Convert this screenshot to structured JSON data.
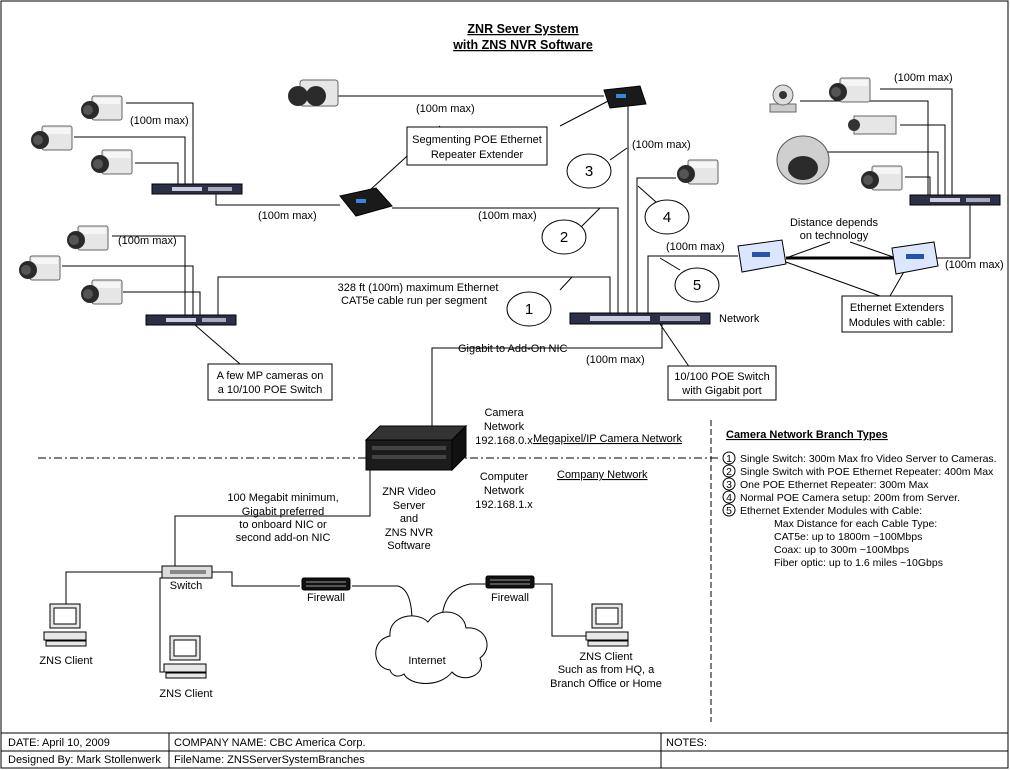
{
  "title": {
    "line1": "ZNR Sever System",
    "line2": "with ZNS NVR Software"
  },
  "distance_labels": {
    "top_left_cams": "(100m max)",
    "top_center": "(100m max)",
    "top_right_vertical": "(100m max)",
    "mid_left": "(100m max)",
    "mid_center": "(100m max)",
    "left_lower_cams": "(100m max)",
    "extender_left": "(100m max)",
    "right_top_cams": "(100m max)",
    "right_extender": "(100m max)",
    "nic_link": "(100m max)"
  },
  "callouts": {
    "repeater": [
      "Segmenting POE Ethernet",
      "Repeater Extender"
    ],
    "mp_switch": [
      "A few MP cameras on",
      "a 10/100 POE Switch"
    ],
    "poe_switch": [
      "10/100 POE Switch",
      "with Gigabit port"
    ],
    "extenders": [
      "Ethernet Extenders",
      "Modules with cable:"
    ],
    "distance_depends": [
      "Distance depends",
      "on technology"
    ],
    "segment_note": [
      "328 ft (100m) maximum Ethernet",
      "CAT5e cable run per segment"
    ]
  },
  "branch_numbers": [
    "1",
    "2",
    "3",
    "4",
    "5"
  ],
  "labels": {
    "network": "Network",
    "gigabit_nic": "Gigabit to Add-On NIC",
    "camera_network": [
      "Camera",
      "Network",
      "192.168.0.x"
    ],
    "megapixel_network": "Megapixel/IP Camera Network",
    "computer_network": [
      "Computer",
      "Network",
      "192.168.1.x"
    ],
    "company_network": "Company Network",
    "server": [
      "ZNR Video",
      "Server",
      "and",
      "ZNS NVR",
      "Software"
    ],
    "bandwidth_note": [
      "100 Megabit minimum,",
      "Gigabit preferred",
      "to onboard NIC or",
      "second add-on NIC"
    ],
    "switch": "Switch",
    "firewall_left": "Firewall",
    "firewall_right": "Firewall",
    "internet": "Internet",
    "client_left": "ZNS Client",
    "client_bottom": "ZNS Client",
    "client_right": [
      "ZNS Client",
      "Such as from HQ, a",
      "Branch Office or Home"
    ]
  },
  "branch_types": {
    "heading": "Camera Network Branch Types",
    "items": [
      {
        "num": "1",
        "text": "Single Switch: 300m Max fro Video Server to Cameras."
      },
      {
        "num": "2",
        "text": "Single Switch with POE Ethernet Repeater: 400m Max"
      },
      {
        "num": "3",
        "text": "One POE Ethernet Repeater: 300m Max"
      },
      {
        "num": "4",
        "text": "Normal POE Camera setup: 200m from Server."
      },
      {
        "num": "5",
        "text": "Ethernet Extender Modules with Cable:"
      }
    ],
    "sub_items": [
      "Max Distance for each Cable Type:",
      "CAT5e: up to 1800m ~100Mbps",
      "Coax: up to 300m ~100Mbps",
      "Fiber optic: up to 1.6 miles ~10Gbps"
    ]
  },
  "footer": {
    "date": "DATE: April 10, 2009",
    "company": "COMPANY NAME: CBC America Corp.",
    "notes": "NOTES:",
    "designer": "Designed By: Mark Stollenwerk",
    "filename": "FileName: ZNSServerSystemBranches"
  }
}
